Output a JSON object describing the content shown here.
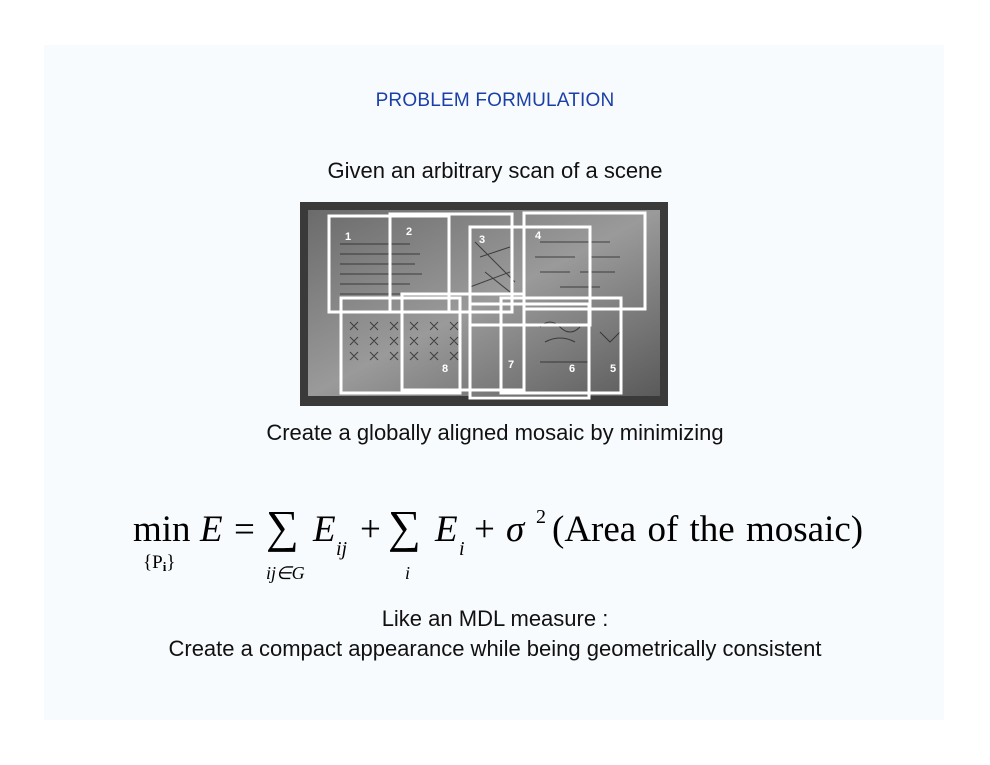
{
  "slide": {
    "title": "PROBLEM FORMULATION",
    "line1": "Given an arbitrary scan of a scene",
    "line2": "Create a globally aligned mosaic by minimizing",
    "line3": "Like an MDL measure :",
    "line4": "Create a compact appearance while being geometrically consistent"
  },
  "image": {
    "frame_labels": [
      "1",
      "2",
      "3",
      "4",
      "5",
      "6",
      "7",
      "8"
    ]
  },
  "formula": {
    "min": "min",
    "min_sub": "{P",
    "min_sub_i": "i",
    "min_sub_close": "}",
    "E": "E",
    "equals": "=",
    "sum": "∑",
    "Eij": "E",
    "ij": "ij",
    "plus": "+",
    "Ei": "E",
    "i": "i",
    "sigma": "σ",
    "sq": "2",
    "area_text": "(Area of  the mosaic)",
    "sum1_sub": "ij∈G",
    "sum2_sub": "i"
  }
}
